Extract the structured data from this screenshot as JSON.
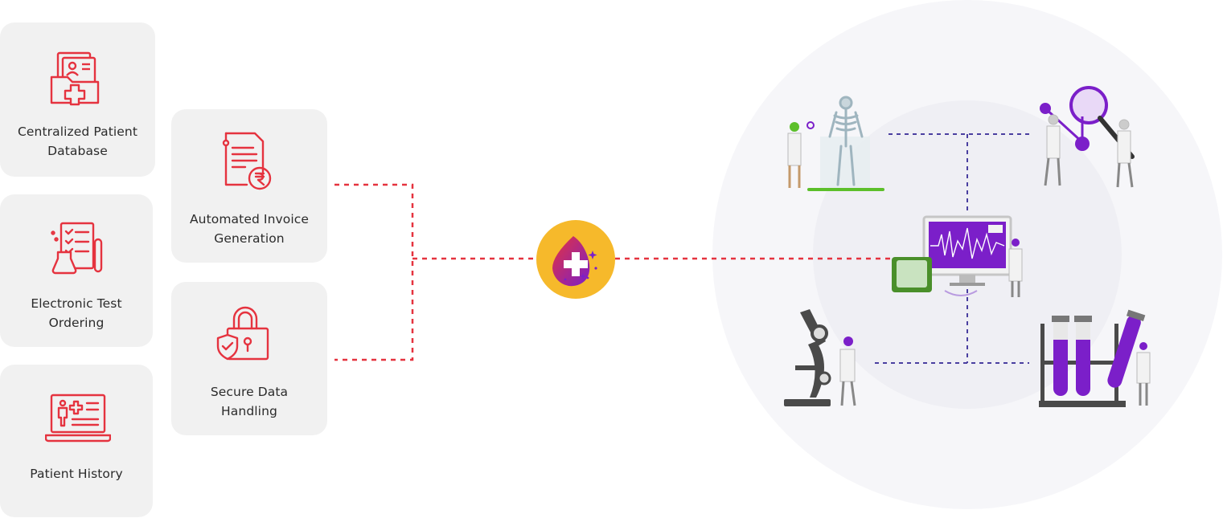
{
  "features": [
    {
      "id": "centralized-patient-database",
      "line1": "Centralized Patient",
      "line2": "Database",
      "icon": "patient-folder-icon"
    },
    {
      "id": "electronic-test-ordering",
      "line1": "Electronic Test",
      "line2": "Ordering",
      "icon": "test-checklist-icon"
    },
    {
      "id": "patient-history",
      "line1": "Patient History",
      "line2": "",
      "icon": "laptop-record-icon"
    },
    {
      "id": "automated-invoice-generation",
      "line1": "Automated Invoice",
      "line2": "Generation",
      "icon": "invoice-rupee-icon"
    },
    {
      "id": "secure-data-handling",
      "line1": "Secure Data",
      "line2": "Handling",
      "icon": "lock-shield-icon"
    }
  ],
  "hub": {
    "icon": "drop-plus-logo-icon"
  },
  "colors": {
    "card_bg": "#f1f1f1",
    "icon_red": "#e5333f",
    "connector_red": "#e5333f",
    "connector_purple": "#4a3fa0",
    "hub_yellow": "#f6b92b",
    "accent_purple": "#7b1fc9",
    "circle_bg": "#f6f6f9"
  },
  "scene": {
    "illustrations": [
      "xray-scan-illustration",
      "molecule-research-illustration",
      "monitor-ecg-illustration",
      "microscope-illustration",
      "test-tubes-illustration"
    ]
  }
}
